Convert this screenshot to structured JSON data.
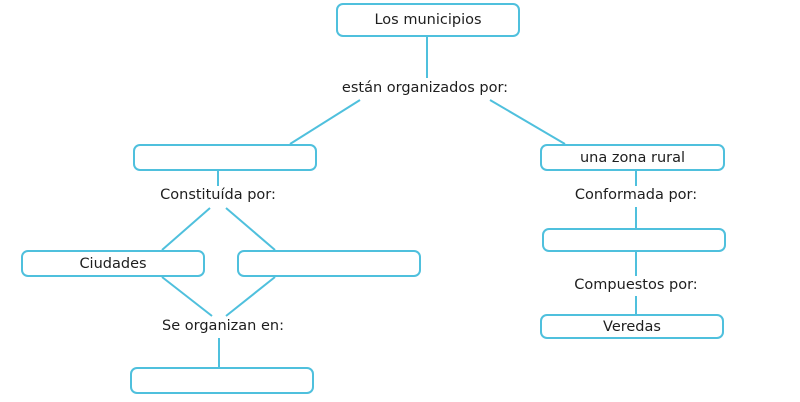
{
  "nodes": {
    "municipios": "Los municipios",
    "zona_urbana": "",
    "zona_rural": "una zona rural",
    "ciudades": "Ciudades",
    "otros_centros": "",
    "organizacion_urbana": "",
    "conformacion_rural": "",
    "veredas": "Veredas"
  },
  "links": {
    "organizados_por": "están organizados por:",
    "constituida_por": "Constituída por:",
    "se_organizan_en": "Se organizan en:",
    "conformada_por": "Conformada por:",
    "compuestos_por": "Compuestos por:"
  },
  "colors": {
    "box_border": "#4fc0dd",
    "connector": "#4fc0dd"
  }
}
